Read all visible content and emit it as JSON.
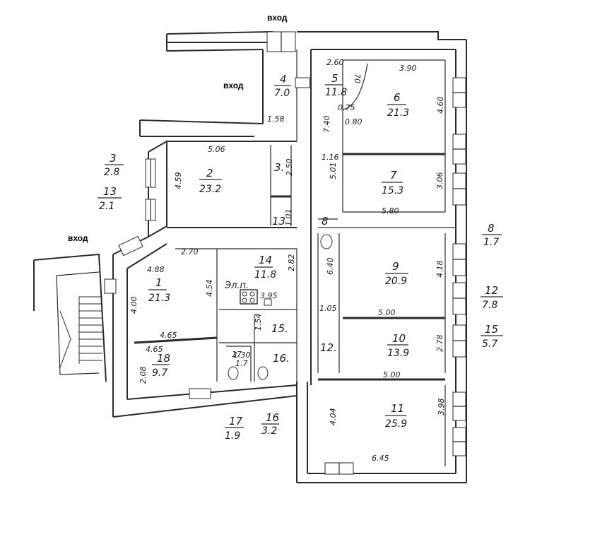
{
  "entrances": {
    "top": "вход",
    "upper_left": "вход",
    "left": "вход"
  },
  "rooms": {
    "r1": {
      "number": "1",
      "area": "21.3"
    },
    "r2": {
      "number": "2",
      "area": "23.2"
    },
    "r4": {
      "number": "4",
      "area": "7.0"
    },
    "r5": {
      "number": "5",
      "area": "11.8"
    },
    "r6": {
      "number": "6",
      "area": "21.3"
    },
    "r7": {
      "number": "7",
      "area": "15.3"
    },
    "r8_inside": {
      "number": "8"
    },
    "r9": {
      "number": "9",
      "area": "20.9"
    },
    "r10": {
      "number": "10",
      "area": "13.9"
    },
    "r11": {
      "number": "11",
      "area": "25.9"
    },
    "r12_inside": {
      "number": "12."
    },
    "r13_inside": {
      "number": "13"
    },
    "r3_inside": {
      "number": "3."
    },
    "r14": {
      "number": "14",
      "area": "11.8"
    },
    "r15_inside": {
      "number": "15."
    },
    "r16_inside": {
      "number": "16."
    },
    "r17_inside": {
      "number": "17",
      "area": "1.7"
    },
    "r18": {
      "number": "18",
      "area": "9.7"
    }
  },
  "outside_labels": {
    "l3": {
      "number": "3",
      "area": "2.8"
    },
    "l13": {
      "number": "13",
      "area": "2.1"
    },
    "l8": {
      "number": "8",
      "area": "1.7"
    },
    "l12": {
      "number": "12",
      "area": "7.8"
    },
    "l15": {
      "number": "15",
      "area": "5.7"
    },
    "l17": {
      "number": "17",
      "area": "1.9"
    },
    "l16": {
      "number": "16",
      "area": "3.2"
    }
  },
  "dimensions": {
    "d_260": "2.60",
    "d_390": "3.90",
    "d_70": "70",
    "d_075": "0.75",
    "d_080": "0.80",
    "d_460": "4.60",
    "d_740": "7.40",
    "d_158": "1.58",
    "d_506": "5.06",
    "d_459": "4.59",
    "d_250": "2.50",
    "d_116": "1.16",
    "d_501": "5.01",
    "d_306": "3.06",
    "d_580": "5.80",
    "d_101": "1.01",
    "d_270": "2.70",
    "d_488": "4.88",
    "d_454": "4.54",
    "d_400": "4.00",
    "d_465a": "4.65",
    "d_465b": "4.65",
    "d_208": "2.08",
    "d_282": "2.82",
    "d_395": "3.95",
    "d_154": "1.54",
    "d_130": "1.30",
    "d_640": "6.40",
    "d_105": "1.05",
    "d_418": "4.18",
    "d_500a": "5.00",
    "d_278": "2.78",
    "d_500b": "5.00",
    "d_404": "4.04",
    "d_398": "3.98",
    "d_645": "6.45"
  },
  "stove_label": "Эл.п."
}
